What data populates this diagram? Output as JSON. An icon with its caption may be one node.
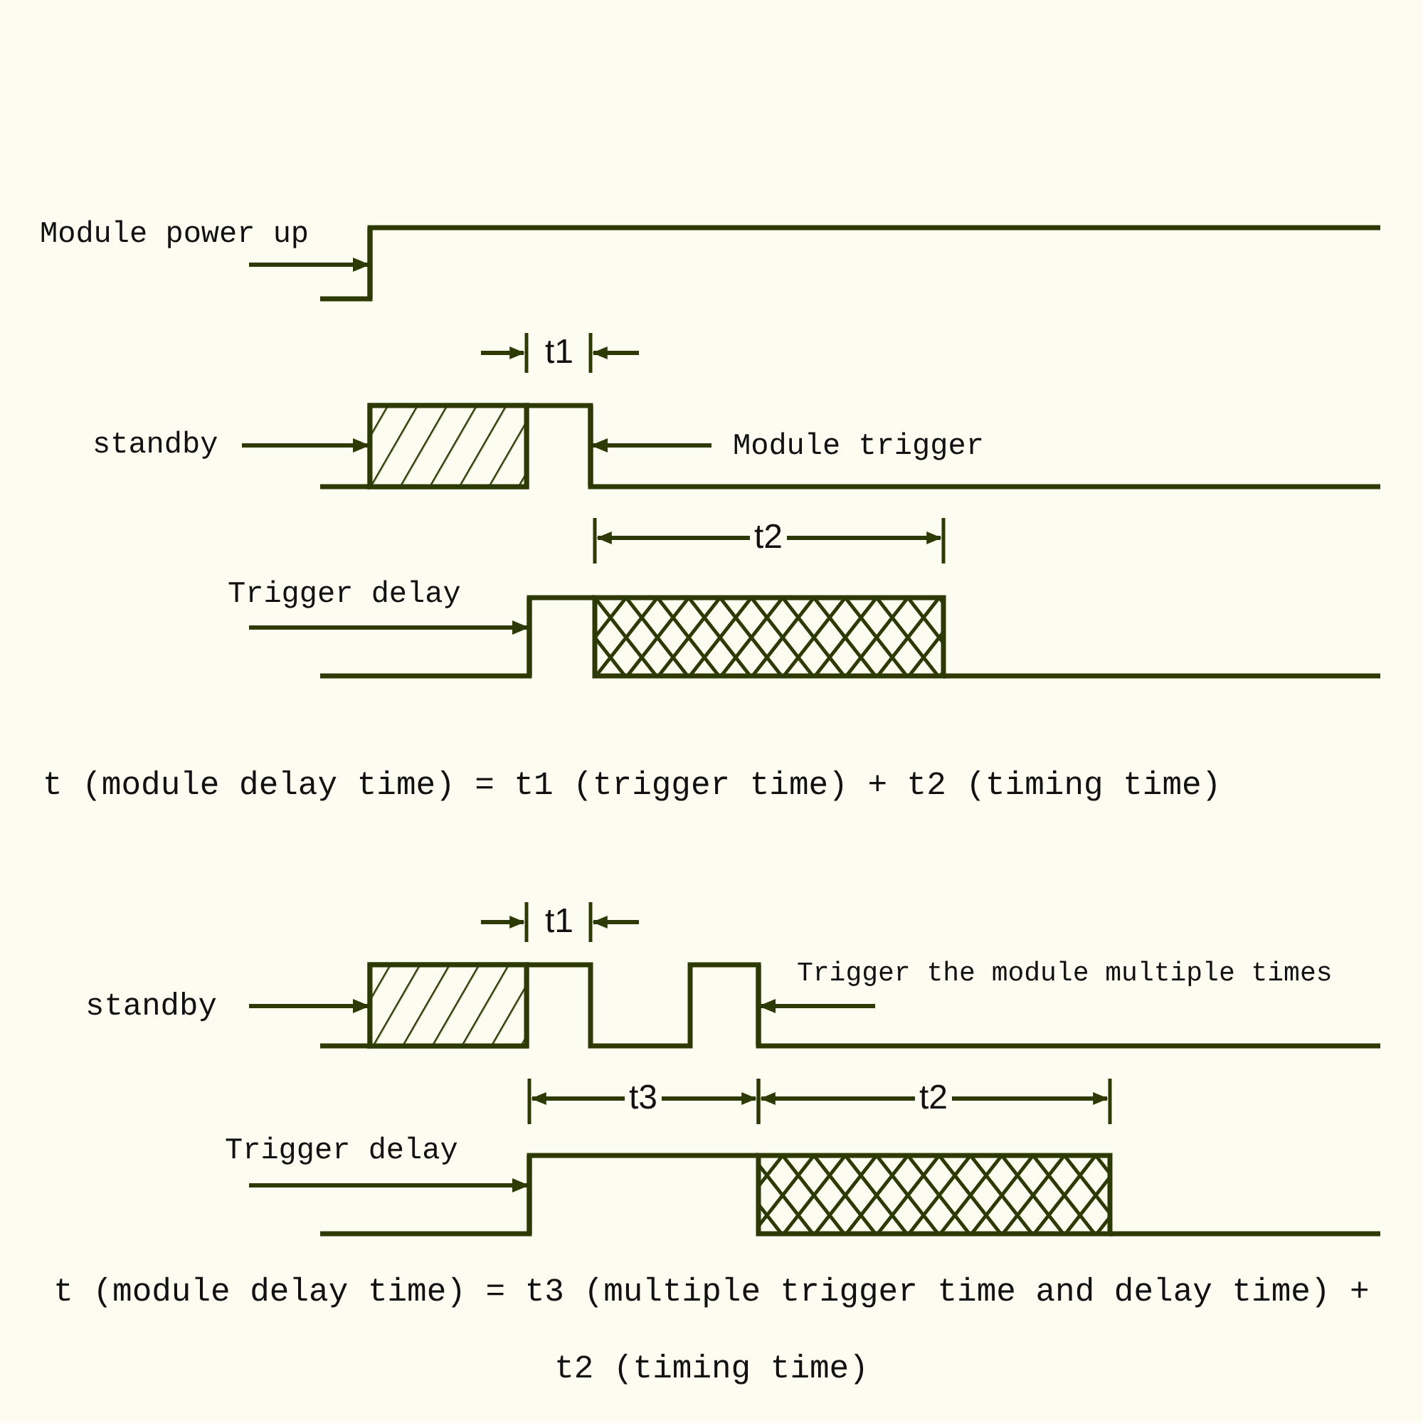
{
  "diagram": {
    "nodes": [
      {
        "text": [
          "Module power up"
        ]
      },
      {
        "text": [
          "standby"
        ]
      },
      {
        "text": [
          "Module trigger"
        ]
      },
      {
        "text": [
          "Trigger delay"
        ]
      },
      {
        "text": [
          "standby"
        ]
      },
      {
        "text": [
          "Trigger the module multiple times"
        ]
      },
      {
        "text": [
          "Trigger delay"
        ]
      },
      {
        "text": [],
        "shape": "line"
      },
      {
        "text": [],
        "shape": "box"
      },
      {
        "text": [],
        "shape": "line"
      },
      {
        "text": [],
        "shape": "line"
      },
      {
        "text": [],
        "shape": "box"
      },
      {
        "text": [],
        "shape": "line"
      },
      {
        "text": [],
        "shape": "line"
      }
    ],
    "edges": [
      {
        "from": 0,
        "to": 7,
        "arrow": "to"
      },
      {
        "from": 1,
        "to": 8,
        "arrow": "to"
      },
      {
        "from": 2,
        "to": 9,
        "arrow": "to"
      },
      {
        "from": 3,
        "to": 10,
        "arrow": "to"
      },
      {
        "from": 4,
        "to": 11,
        "arrow": "to"
      },
      {
        "from": 5,
        "to": 12,
        "arrow": "to"
      },
      {
        "from": 6,
        "to": 13,
        "arrow": "to"
      }
    ],
    "labels": [
      "t1",
      "t2",
      "t (module delay time) = t1 (trigger time) + t2 (timing time)",
      "t1",
      "t3",
      "t2",
      "t (module delay time) = t3 (multiple trigger time and delay time) + t2 (timing time)"
    ]
  }
}
